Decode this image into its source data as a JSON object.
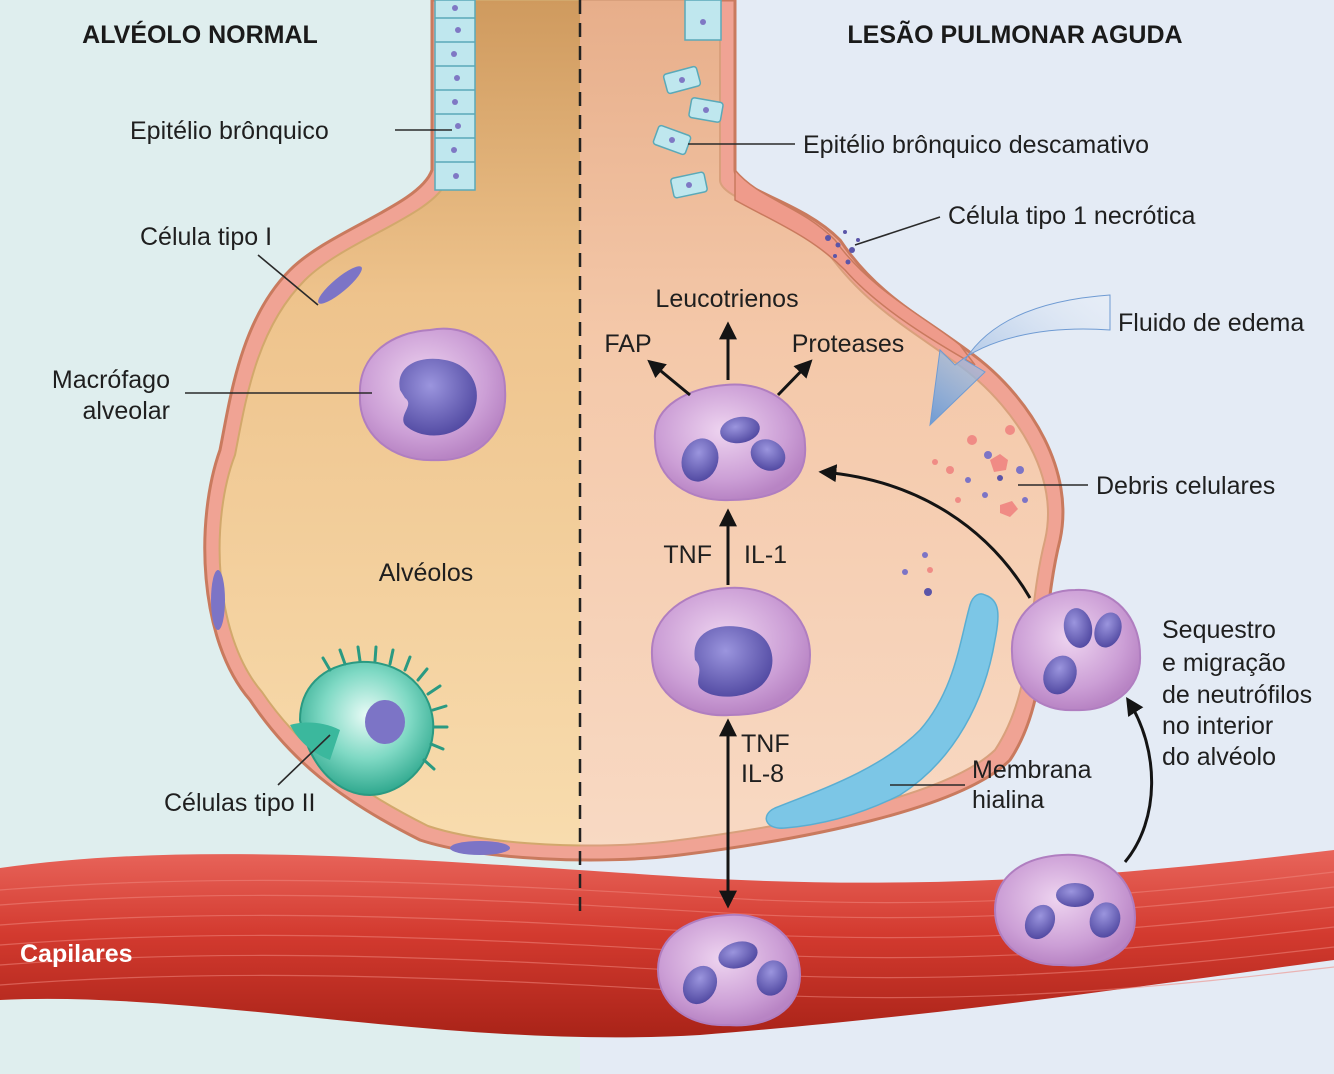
{
  "headers": {
    "left": "ALVÉOLO NORMAL",
    "right": "LESÃO PULMONAR AGUDA"
  },
  "left_labels": {
    "bronchial_epithelium": "Epitélio brônquico",
    "type1_cell": "Célula tipo I",
    "macrophage_line1": "Macrófago",
    "macrophage_line2": "alveolar",
    "alveoli": "Alvéolos",
    "type2_cells": "Células tipo II"
  },
  "right_labels": {
    "desquamating_epithelium": "Epitélio brônquico descamativo",
    "necrotic_type1": "Célula tipo 1 necrótica",
    "leukotrienes": "Leucotrienos",
    "fap": "FAP",
    "proteases": "Proteases",
    "edema_fluid": "Fluido de edema",
    "cell_debris": "Debris celulares",
    "tnf_upper": "TNF",
    "il1": "IL-1",
    "tnf_lower": "TNF",
    "il8": "IL-8",
    "neutrophil_line1": "Sequestro",
    "neutrophil_line2": "e migração",
    "neutrophil_line3": "de neutrófilos",
    "neutrophil_line4": "no interior",
    "neutrophil_line5": "do alvéolo",
    "hyaline_line1": "Membrana",
    "hyaline_line2": "hialina"
  },
  "capillaries": "Capilares",
  "colors": {
    "left_background": "#dfeeee",
    "right_background": "#e4ebf5",
    "alveolus_fill_left": "#f3d3a0",
    "alveolus_fill_right": "#f5cdb0",
    "capillary_red": "#d63a2e",
    "cell_purple": "#c79ad3",
    "nucleus_blue": "#6a63b5",
    "type2_teal": "#4fc4ab",
    "hyaline_blue": "#7cc6e6",
    "edema_arrow": "#7fa6d8"
  }
}
